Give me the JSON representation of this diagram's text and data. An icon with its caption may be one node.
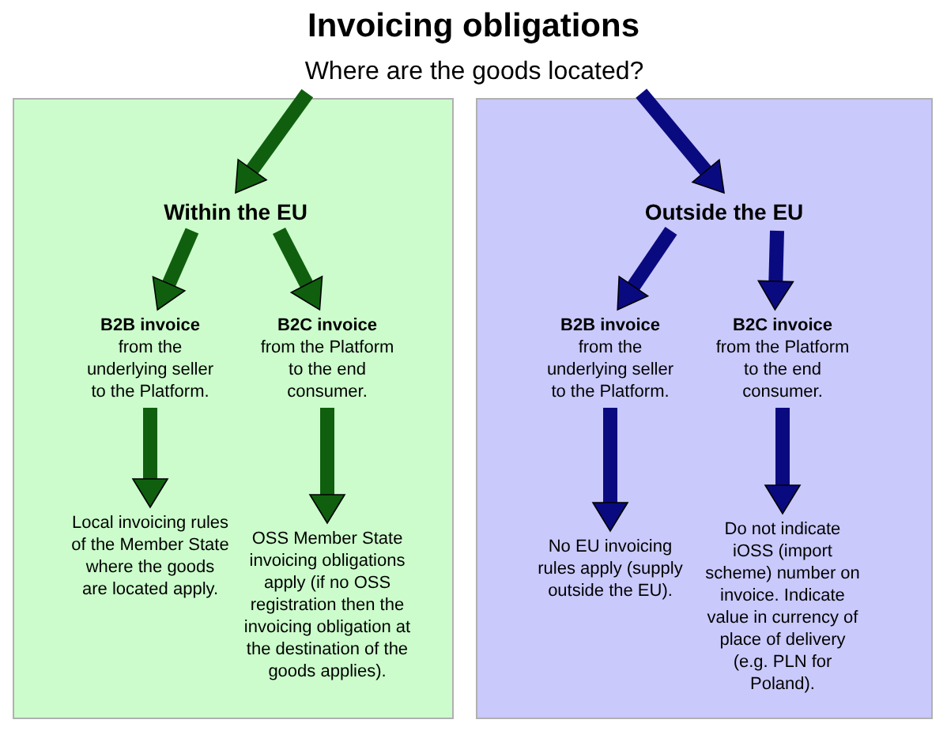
{
  "diagram": {
    "title": "Invoicing obligations",
    "nodes": [
      {
        "text": [
          "Where are the goods located?"
        ]
      },
      {
        "text": [],
        "shape": "box"
      },
      {
        "text": [
          "Within the EU"
        ],
        "in": 1
      },
      {
        "text": [
          "B2B invoice",
          "from the underlying seller to the Platform."
        ],
        "in": 1
      },
      {
        "text": [
          "B2C invoice",
          "from the Platform to the end consumer."
        ],
        "in": 1
      },
      {
        "text": [
          "Local invoicing rules of the Member State where the goods are located apply."
        ],
        "in": 1
      },
      {
        "text": [
          "OSS Member State invoicing obligations apply (if no OSS registration then the invoicing obligation at the destination of the goods applies)."
        ],
        "in": 1
      },
      {
        "text": [],
        "shape": "box"
      },
      {
        "text": [
          "Outside the EU"
        ],
        "in": 7
      },
      {
        "text": [
          "B2B invoice",
          "from the underlying seller to the Platform."
        ],
        "in": 7
      },
      {
        "text": [
          "B2C invoice",
          "from the Platform to the end consumer."
        ],
        "in": 7
      },
      {
        "text": [
          "No EU invoicing rules apply (supply outside the EU)."
        ],
        "in": 7
      },
      {
        "text": [
          "Do not indicate iOSS (import scheme) number on invoice. Indicate value in currency of place of delivery (e.g. PLN for Poland)."
        ],
        "in": 7
      }
    ],
    "edges": [
      {
        "from": 0,
        "to": 2,
        "arrow": "to",
        "color": "#0f5f0f"
      },
      {
        "from": 2,
        "to": 3,
        "arrow": "to",
        "color": "#0f5f0f"
      },
      {
        "from": 2,
        "to": 4,
        "arrow": "to",
        "color": "#0f5f0f"
      },
      {
        "from": 3,
        "to": 5,
        "arrow": "to",
        "color": "#0f5f0f"
      },
      {
        "from": 4,
        "to": 6,
        "arrow": "to",
        "color": "#0f5f0f"
      },
      {
        "from": 0,
        "to": 8,
        "arrow": "to",
        "color": "#0a0a80"
      },
      {
        "from": 8,
        "to": 9,
        "arrow": "to",
        "color": "#0a0a80"
      },
      {
        "from": 8,
        "to": 10,
        "arrow": "to",
        "color": "#0a0a80"
      },
      {
        "from": 9,
        "to": 11,
        "arrow": "to",
        "color": "#0a0a80"
      },
      {
        "from": 10,
        "to": 12,
        "arrow": "to",
        "color": "#0a0a80"
      }
    ]
  }
}
